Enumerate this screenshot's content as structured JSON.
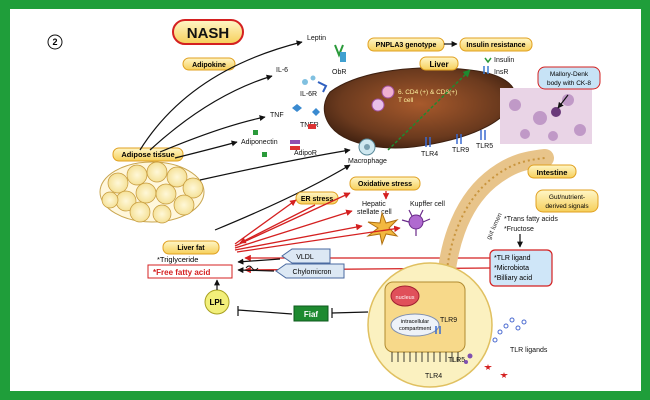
{
  "figure": {
    "panel_number": "2",
    "title": "NASH",
    "adipokine": "Adipokine",
    "adipose_tissue": "Adipose tissue",
    "leptin": "Leptin",
    "obr": "ObR",
    "il6": "IL-6",
    "il6r": "IL-6R",
    "tnf": "TNF",
    "tnfr": "TNFR",
    "adiponectin": "Adiponectin",
    "adipor": "AdipoR",
    "macrophage": "Macrophage",
    "pnpla3": "PNPLA3 genotype",
    "insulin_resistance": "Insulin resistance",
    "liver": "Liver",
    "insulin": "Insulin",
    "insr": "InsR",
    "tcell_line1": "6. CD4 (+) & CD8(+)",
    "tcell_line2": "T cell",
    "mallory_line1": "Mallory-Denk",
    "mallory_line2": "body with CK-8",
    "tlr4": "TLR4",
    "tlr9": "TLR9",
    "tlr5": "TLR5",
    "oxidative_stress": "Oxidative stress",
    "er_stress": "ER stress",
    "hepatic_line1": "Hepatic",
    "hepatic_line2": "stellate cell",
    "kupffer": "Kupffer cell",
    "intestine": "Intestine",
    "gut_lumen": "gut lumen",
    "gut_signals_line1": "Gut/nutrient-",
    "gut_signals_line2": "derived signals",
    "trans_fatty_acids": "*Trans fatty acids",
    "fructose": "*Fructose",
    "tlr_ligand": "*TLR ligand",
    "microbiota": "*Microbiota",
    "billiary_acid": "*Billiary acid",
    "liver_fat": "Liver fat",
    "triglyceride": "*Triglyceride",
    "free_fatty_acid": "*Free fatty acid",
    "vldl": "VLDL",
    "chylomicron": "Chylomicron",
    "lpl": "LPL",
    "fiaf": "Fiaf",
    "nucleus": "nucleus",
    "intracellular_line1": "intracellular",
    "intracellular_line2": "compartment",
    "tlr9_cell": "TLR9",
    "tlr5_cell": "TLR5",
    "tlr4_cell": "TLR4",
    "tlr_ligands": "TLR ligands"
  },
  "colors": {
    "frame": "#1f9e3a",
    "label_fill": "#fbe38a",
    "label_border": "#e0a020",
    "inhibit_red": "#d42020",
    "liver_brown": "#6b3a1e",
    "gut_tan": "#e8c48a"
  }
}
